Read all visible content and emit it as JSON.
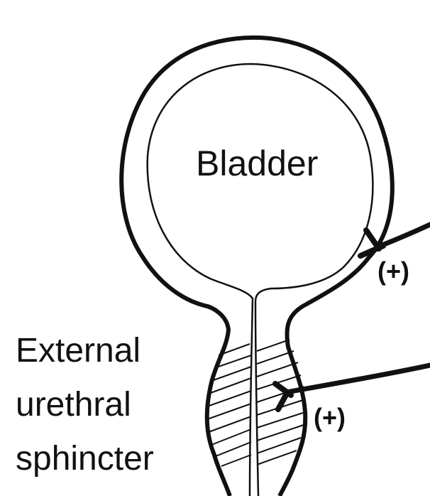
{
  "diagram": {
    "organ_label": "Bladder",
    "sphincter_label_lines": [
      "External",
      "urethral",
      "sphincter"
    ],
    "nerve_labels": [
      "(+)",
      "(+)"
    ]
  },
  "colors": {
    "line": "#111111",
    "background": "#ffffff"
  }
}
